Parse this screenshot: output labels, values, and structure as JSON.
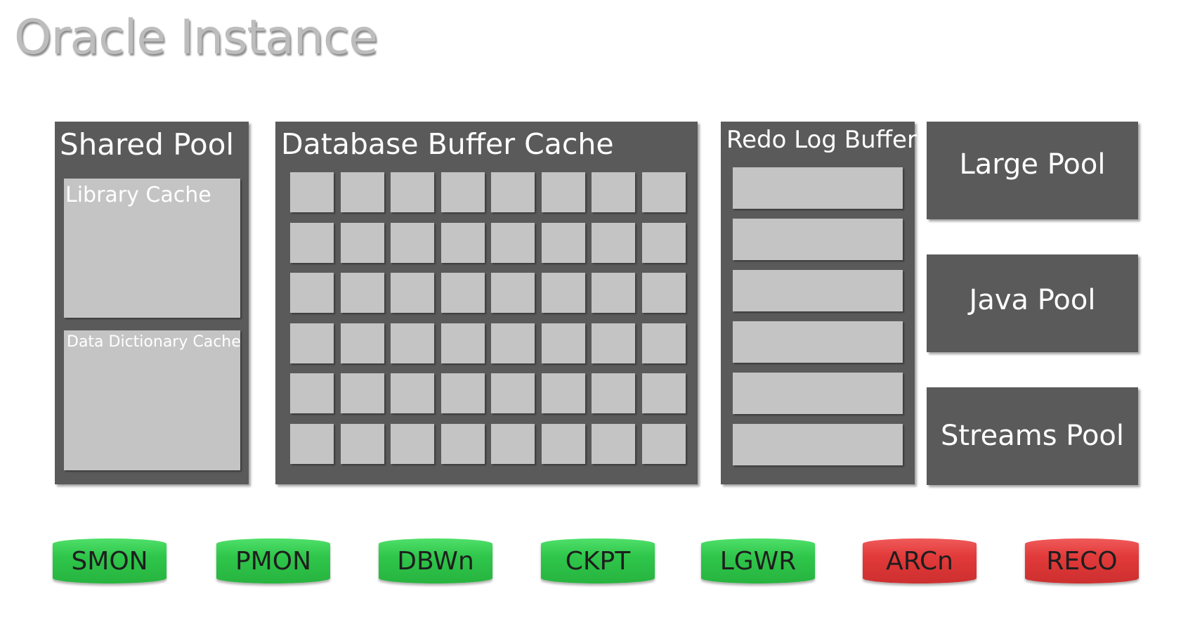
{
  "title": "Oracle Instance",
  "shared_pool": {
    "label": "Shared Pool",
    "library_cache": "Library Cache",
    "data_dictionary_cache": "Data Dictionary Cache"
  },
  "buffer_cache": {
    "label": "Database Buffer Cache",
    "rows": 6,
    "cols": 8
  },
  "redo_log": {
    "label": "Redo Log Buffer",
    "entries": 6
  },
  "pools": [
    "Large Pool",
    "Java Pool",
    "Streams Pool"
  ],
  "processes": [
    {
      "label": "SMON",
      "status": "green"
    },
    {
      "label": "PMON",
      "status": "green"
    },
    {
      "label": "DBWn",
      "status": "green"
    },
    {
      "label": "CKPT",
      "status": "green"
    },
    {
      "label": "LGWR",
      "status": "green"
    },
    {
      "label": "ARCn",
      "status": "red"
    },
    {
      "label": "RECO",
      "status": "red"
    }
  ],
  "colors": {
    "panel": "#5a5a5a",
    "block": "#c4c4c4",
    "green": "#2fc64b",
    "red": "#e23a3a"
  }
}
